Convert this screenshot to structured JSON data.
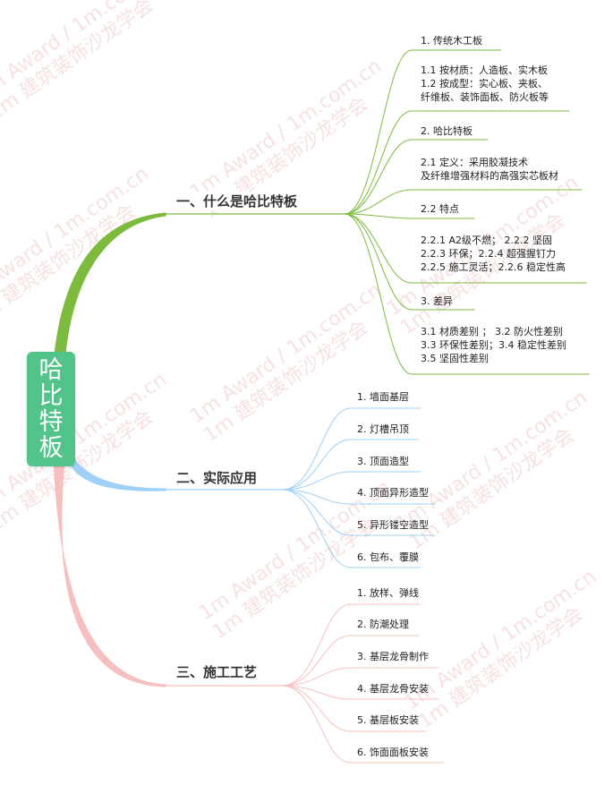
{
  "root": {
    "label": "哈比特板",
    "color": "#52c489"
  },
  "branches": [
    {
      "label": "一、什么是哈比特板",
      "color": "#7dbb3f",
      "leaves": [
        "1. 传统木工板",
        "1.1 按材质：人造板、实木板\n1.2 按成型：实心板、夹板、\n纤维板、装饰面板、防火板等",
        "2. 哈比特板",
        "2.1 定义：采用胶凝技术\n及纤维增强材料的高强实芯板材",
        "2.2 特点",
        "2.2.1 A2级不燃； 2.2.2 坚固\n2.2.3 环保；2.2.4 超强握钉力\n2.2.5 施工灵活；2.2.6 稳定性高",
        "3. 差异",
        "3.1 材质差别 ； 3.2 防火性差别\n3.3 环保性差别；3.4 稳定性差别\n3.5 坚固性差别"
      ]
    },
    {
      "label": "二、实际应用",
      "color": "#9fd0f5",
      "leaves": [
        "1. 墙面基层",
        "2. 灯槽吊顶",
        "3. 顶面造型",
        "4. 顶面异形造型",
        "5. 异形镂空造型",
        "6. 包布、覆膜"
      ]
    },
    {
      "label": "三、施工工艺",
      "color": "#f7c0c0",
      "leaves": [
        "1. 放样、弹线",
        "2. 防潮处理",
        "3. 基层龙骨制作",
        "4. 基层龙骨安装",
        "5. 基层板安装",
        "6. 饰面面板安装"
      ]
    }
  ],
  "watermark": {
    "lines": [
      "1m Award / 1m.com.cn",
      "1m 建筑装饰沙龙学会"
    ],
    "color": "#f2c9c9"
  }
}
